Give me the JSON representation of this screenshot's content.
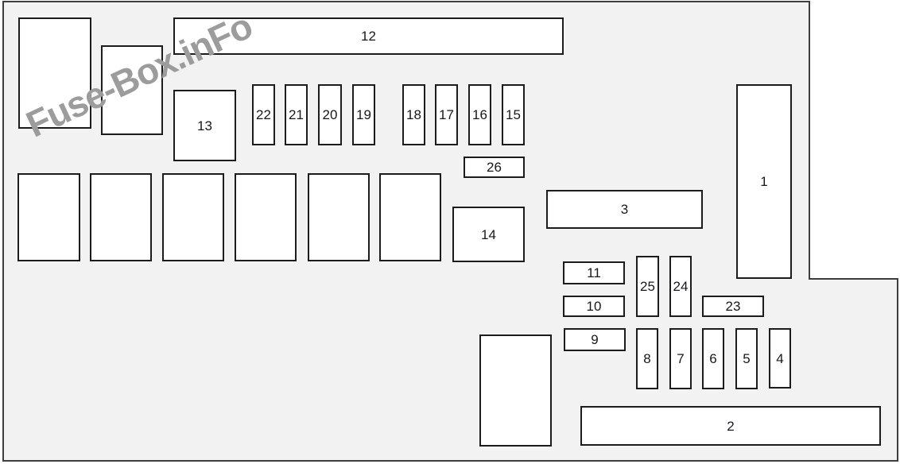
{
  "diagram": {
    "watermark": "Fuse-Box.inFo",
    "fuses": {
      "f1": "1",
      "f2": "2",
      "f3": "3",
      "f4": "4",
      "f5": "5",
      "f6": "6",
      "f7": "7",
      "f8": "8",
      "f9": "9",
      "f10": "10",
      "f11": "11",
      "f12": "12",
      "f13": "13",
      "f14": "14",
      "f15": "15",
      "f16": "16",
      "f17": "17",
      "f18": "18",
      "f19": "19",
      "f20": "20",
      "f21": "21",
      "f22": "22",
      "f23": "23",
      "f24": "24",
      "f25": "25",
      "f26": "26"
    }
  },
  "colors": {
    "panel_fill": "#f2f2f2",
    "panel_outline": "#3e3e3e",
    "box_fill": "#ffffff",
    "box_border": "#1c1c1c",
    "label_color": "#17171f",
    "watermark_color": "#9c9c9c"
  }
}
